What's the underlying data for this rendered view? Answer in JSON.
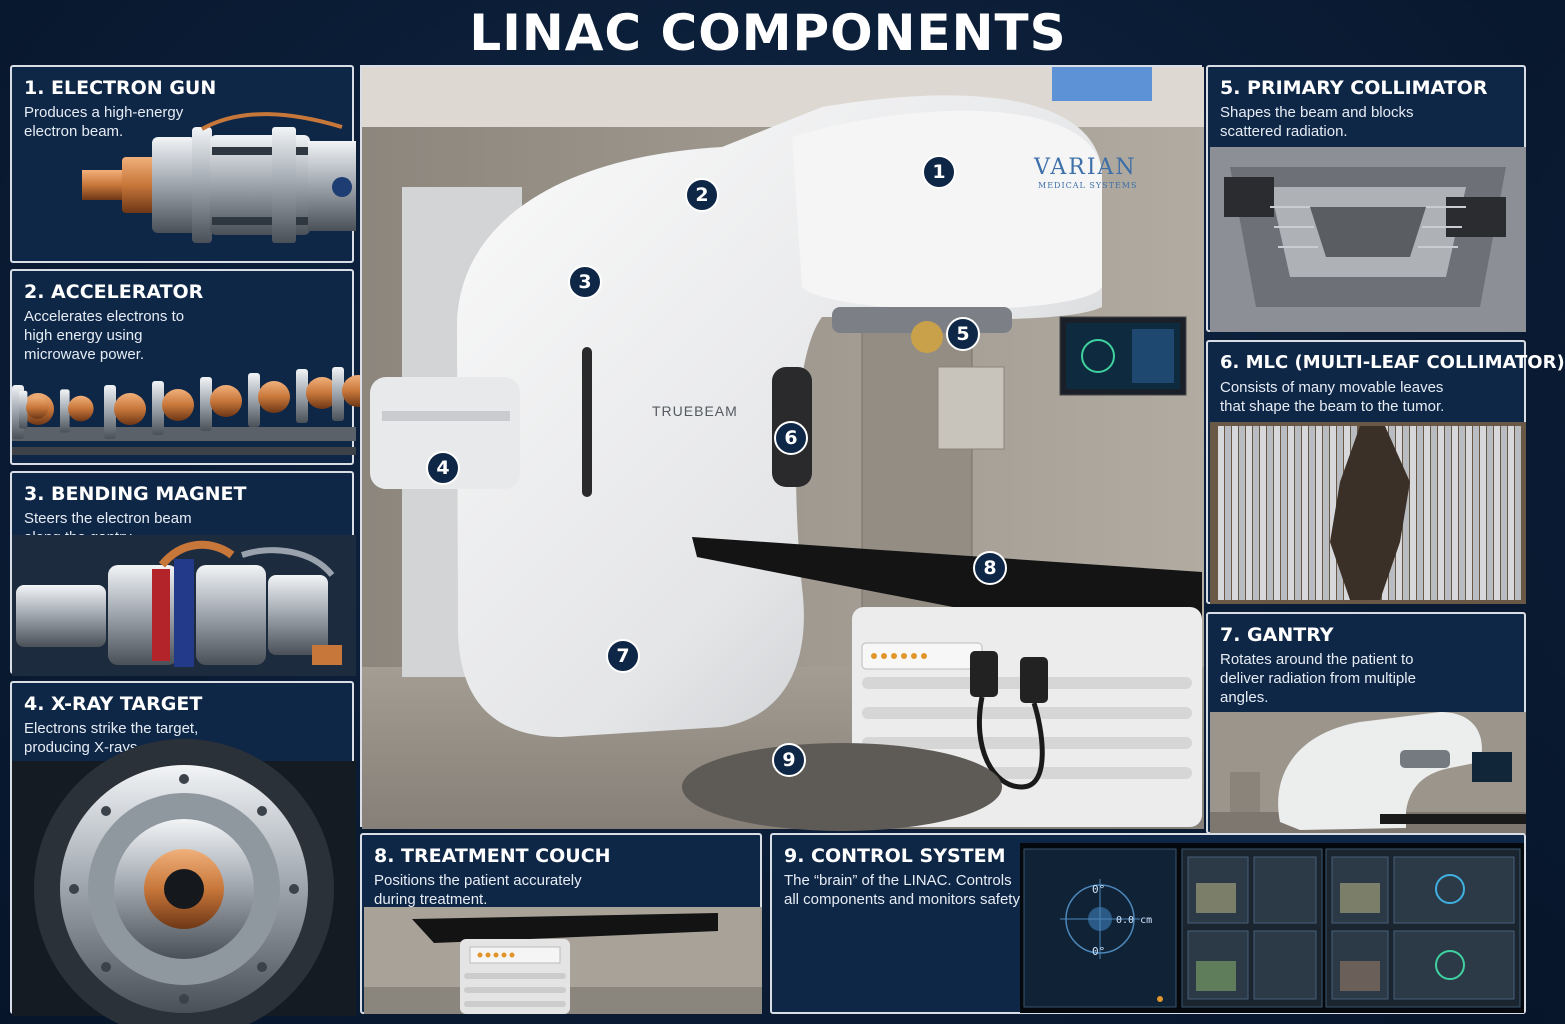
{
  "title": "LINAC COMPONENTS",
  "components": [
    {
      "number": "1",
      "title": "1. ELECTRON GUN",
      "description": "Produces a high-energy\nelectron beam."
    },
    {
      "number": "2",
      "title": "2. ACCELERATOR",
      "description": "Accelerates electrons to\nhigh energy using\nmicrowave power."
    },
    {
      "number": "3",
      "title": "3. BENDING MAGNET",
      "description": "Steers the electron beam\nalong the gantry."
    },
    {
      "number": "4",
      "title": "4. X-RAY TARGET",
      "description": "Electrons strike the target,\nproducing X-rays."
    },
    {
      "number": "5",
      "title": "5. PRIMARY COLLIMATOR",
      "description": "Shapes the beam and blocks\nscattered radiation."
    },
    {
      "number": "6",
      "title": "6. MLC (MULTI-LEAF COLLIMATOR)",
      "description": "Consists of many movable leaves\nthat shape the beam to the tumor."
    },
    {
      "number": "7",
      "title": "7. GANTRY",
      "description": "Rotates around the patient to\ndeliver radiation from multiple\nangles."
    },
    {
      "number": "8",
      "title": "8. TREATMENT COUCH",
      "description": "Positions the patient accurately\nduring treatment."
    },
    {
      "number": "9",
      "title": "9. CONTROL SYSTEM",
      "description": "The “brain” of the LINAC. Controls\nall components and monitors safety."
    }
  ],
  "machine_labels": {
    "brand": "VARIAN",
    "brand_sub": "MEDICAL SYSTEMS",
    "model": "TRUEBEAM"
  },
  "control_screen": {
    "angle_top": "0°",
    "angle_bottom": "0°",
    "distance": "0.0 cm"
  },
  "colors": {
    "background": "#0b1d36",
    "card_border": "#d8dde6",
    "copper": "#c8773a",
    "badge": "#0f2747"
  }
}
